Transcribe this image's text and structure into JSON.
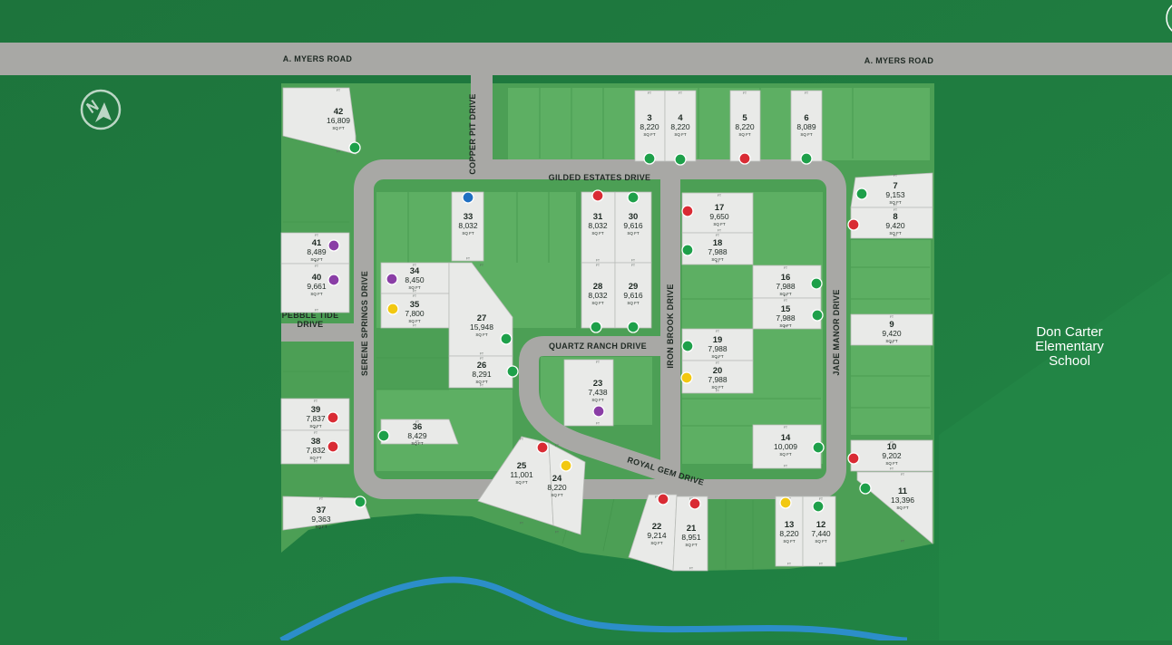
{
  "map": {
    "roads": {
      "a_myers_left": "A. MYERS ROAD",
      "a_myers_right": "A. MYERS ROAD",
      "copper_pit": "COPPER PIT DRIVE",
      "gilded_estates": "GILDED ESTATES DRIVE",
      "serene_springs": "SERENE SPRINGS DRIVE",
      "pebble_tide_1": "PEBBLE TIDE",
      "pebble_tide_2": "DRIVE",
      "quartz_ranch": "QUARTZ RANCH DRIVE",
      "iron_brook": "IRON BROOK DRIVE",
      "jade_manor": "JADE MANOR DRIVE",
      "royal_gem": "ROYAL GEM DRIVE"
    },
    "school": [
      "Don Carter",
      "Elementary",
      "School"
    ],
    "unit": "SQ FT",
    "dim_unit": "FT",
    "status_colors": {
      "available": "#1ea04a",
      "sold": "#d92b34",
      "pending": "#f2c811",
      "model": "#8a3ea6",
      "blue": "#1f6fc2"
    },
    "lots": [
      {
        "num": "42",
        "sqft": "16,809",
        "status": "available"
      },
      {
        "num": "3",
        "sqft": "8,220",
        "status": "available"
      },
      {
        "num": "4",
        "sqft": "8,220",
        "status": "available"
      },
      {
        "num": "5",
        "sqft": "8,220",
        "status": "sold"
      },
      {
        "num": "6",
        "sqft": "8,089",
        "status": "available"
      },
      {
        "num": "7",
        "sqft": "9,153",
        "status": "available"
      },
      {
        "num": "8",
        "sqft": "9,420",
        "status": "sold"
      },
      {
        "num": "33",
        "sqft": "8,032",
        "status": "blue"
      },
      {
        "num": "31",
        "sqft": "8,032",
        "status": "sold"
      },
      {
        "num": "30",
        "sqft": "9,616",
        "status": "available"
      },
      {
        "num": "17",
        "sqft": "9,650",
        "status": "sold"
      },
      {
        "num": "18",
        "sqft": "7,988",
        "status": "available"
      },
      {
        "num": "41",
        "sqft": "8,489",
        "status": "model"
      },
      {
        "num": "40",
        "sqft": "9,661",
        "status": "model"
      },
      {
        "num": "34",
        "sqft": "8,450",
        "status": "model"
      },
      {
        "num": "35",
        "sqft": "7,800",
        "status": "pending"
      },
      {
        "num": "28",
        "sqft": "8,032",
        "status": "available"
      },
      {
        "num": "29",
        "sqft": "9,616",
        "status": "available"
      },
      {
        "num": "16",
        "sqft": "7,988",
        "status": "available"
      },
      {
        "num": "15",
        "sqft": "7,988",
        "status": "available"
      },
      {
        "num": "27",
        "sqft": "15,948",
        "status": "available"
      },
      {
        "num": "26",
        "sqft": "8,291",
        "status": "available"
      },
      {
        "num": "19",
        "sqft": "7,988",
        "status": "available"
      },
      {
        "num": "20",
        "sqft": "7,988",
        "status": "pending"
      },
      {
        "num": "9",
        "sqft": "9,420",
        "status": "none"
      },
      {
        "num": "23",
        "sqft": "7,438",
        "status": "model"
      },
      {
        "num": "39",
        "sqft": "7,837",
        "status": "sold"
      },
      {
        "num": "38",
        "sqft": "7,832",
        "status": "sold"
      },
      {
        "num": "36",
        "sqft": "8,429",
        "status": "available"
      },
      {
        "num": "14",
        "sqft": "10,009",
        "status": "available"
      },
      {
        "num": "10",
        "sqft": "9,202",
        "status": "sold"
      },
      {
        "num": "25",
        "sqft": "11,001",
        "status": "sold"
      },
      {
        "num": "24",
        "sqft": "8,220",
        "status": "pending"
      },
      {
        "num": "11",
        "sqft": "13,396",
        "status": "available"
      },
      {
        "num": "37",
        "sqft": "9,363",
        "status": "available"
      },
      {
        "num": "22",
        "sqft": "9,214",
        "status": "sold"
      },
      {
        "num": "21",
        "sqft": "8,951",
        "status": "sold"
      },
      {
        "num": "13",
        "sqft": "8,220",
        "status": "pending"
      },
      {
        "num": "12",
        "sqft": "7,440",
        "status": "available"
      }
    ]
  }
}
